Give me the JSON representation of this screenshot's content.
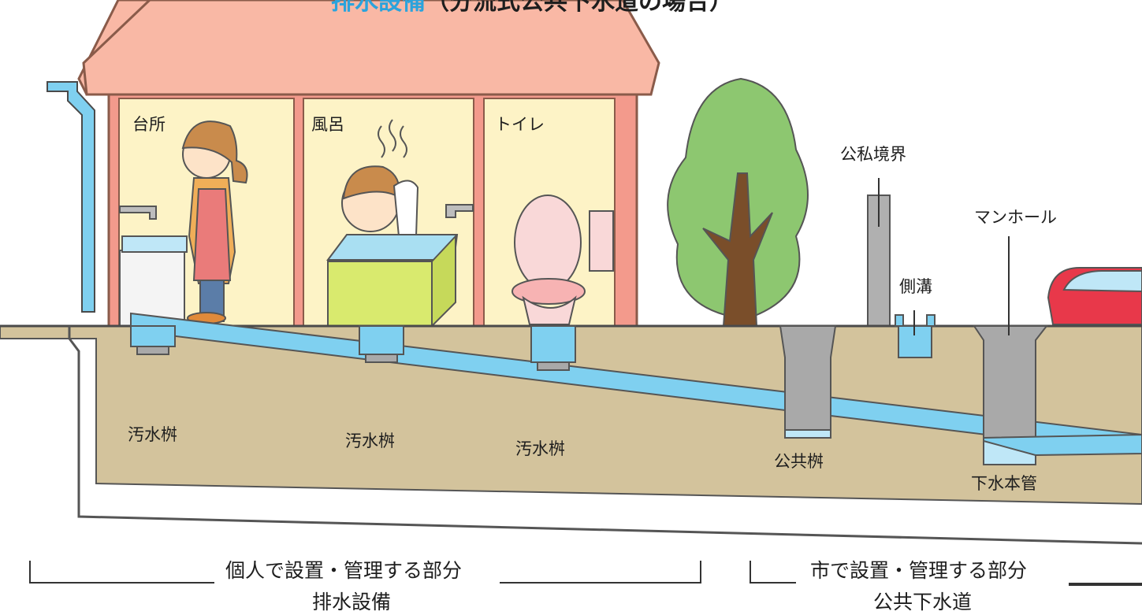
{
  "title": {
    "main": "排水設備",
    "sub": "（分流式公共下水道の場合）"
  },
  "rooms": {
    "kitchen": "台所",
    "bath": "風呂",
    "toilet": "トイレ"
  },
  "labels": {
    "boundary": "公私境界",
    "manhole": "マンホール",
    "gutter": "側溝",
    "sewage_basin": "汚水桝",
    "public_basin": "公共桝",
    "main_sewer": "下水本管"
  },
  "sections": {
    "private_label": "個人で設置・管理する部分",
    "private_name": "排水設備",
    "city_label": "市で設置・管理する部分",
    "city_name": "公共下水道"
  },
  "colors": {
    "roof": "#f9b8a5",
    "wall": "#f39a8c",
    "room": "#fdf3c6",
    "ground": "#d3c39c",
    "pipe": "#7fd0f0",
    "concrete": "#a9a9a9",
    "title_accent": "#2ba3dc",
    "tree_leaf": "#8dc770",
    "tree_trunk": "#7a4e2a",
    "car": "#e8384a"
  }
}
